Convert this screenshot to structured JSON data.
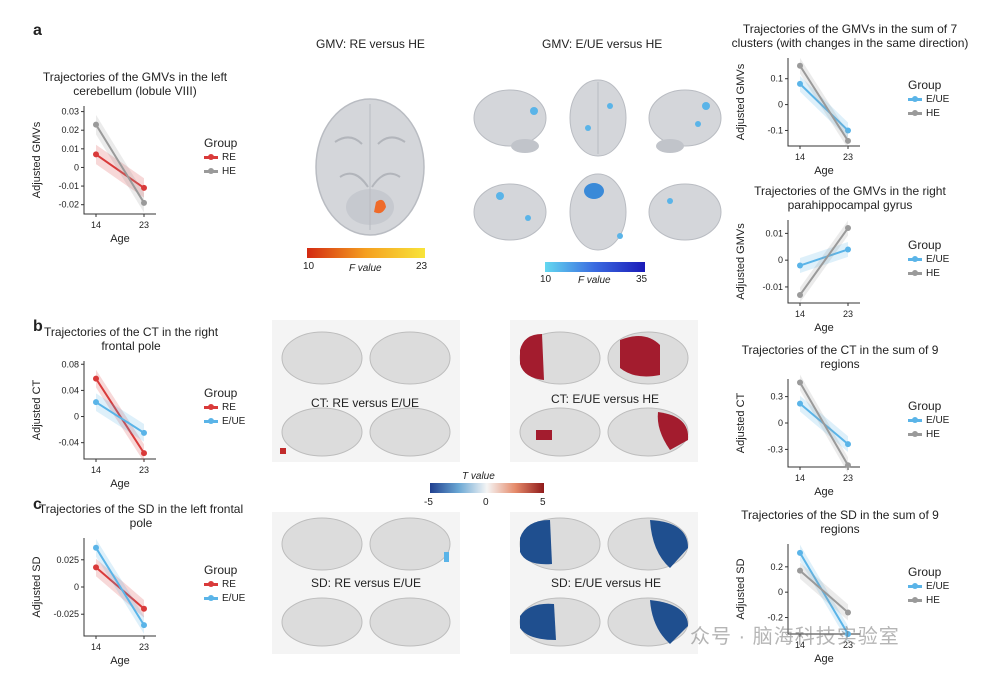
{
  "labels": {
    "a": "a",
    "b": "b",
    "c": "c"
  },
  "colors": {
    "RE": "#d93a3a",
    "HE": "#9a9a9a",
    "EUE": "#5ab4e8"
  },
  "brain_titles": {
    "gmv_re_he": "GMV: RE versus HE",
    "gmv_eue_he": "GMV: E/UE versus HE",
    "ct_re_eue": "CT: RE versus E/UE",
    "ct_eue_he": "CT: E/UE versus HE",
    "sd_re_eue": "SD: RE versus E/UE",
    "sd_eue_he": "SD: E/UE versus HE"
  },
  "colorbars": {
    "gmv_re_he": {
      "min": "10",
      "max": "23",
      "label": "F value"
    },
    "gmv_eue_he": {
      "min": "10",
      "max": "35",
      "label": "F value"
    },
    "t": {
      "label": "T value",
      "ticks": [
        "-5",
        "0",
        "5"
      ]
    }
  },
  "legend_title": "Group",
  "watermark": "众号 · 脑海科技实验室",
  "chart_data": [
    {
      "id": "a-left",
      "type": "line",
      "title": "Trajectories of the GMVs in the left cerebellum (lobule VIII)",
      "xlabel": "Age",
      "ylabel": "Adjusted GMVs",
      "x": [
        14,
        23
      ],
      "yticks": [
        "0.03",
        "0.02",
        "0.01",
        "0",
        "-0.01",
        "-0.02"
      ],
      "ylim": [
        -0.025,
        0.033
      ],
      "series": [
        {
          "name": "RE",
          "values": [
            0.007,
            -0.011
          ]
        },
        {
          "name": "HE",
          "values": [
            0.023,
            -0.019
          ]
        }
      ]
    },
    {
      "id": "a-right1",
      "type": "line",
      "title": "Trajectories of the GMVs in the sum of 7 clusters (with changes in the same direction)",
      "xlabel": "Age",
      "ylabel": "Adjusted GMVs",
      "x": [
        14,
        23
      ],
      "yticks": [
        "0.1",
        "0",
        "-0.1"
      ],
      "ylim": [
        -0.16,
        0.18
      ],
      "series": [
        {
          "name": "E/UE",
          "values": [
            0.08,
            -0.1
          ]
        },
        {
          "name": "HE",
          "values": [
            0.15,
            -0.14
          ]
        }
      ]
    },
    {
      "id": "a-right2",
      "type": "line",
      "title": "Trajectories of the GMVs in the right parahippocampal gyrus",
      "xlabel": "Age",
      "ylabel": "Adjusted GMVs",
      "x": [
        14,
        23
      ],
      "yticks": [
        "0.01",
        "0",
        "-0.01"
      ],
      "ylim": [
        -0.016,
        0.015
      ],
      "series": [
        {
          "name": "E/UE",
          "values": [
            -0.002,
            0.004
          ]
        },
        {
          "name": "HE",
          "values": [
            -0.013,
            0.012
          ]
        }
      ]
    },
    {
      "id": "b-left",
      "type": "line",
      "title": "Trajectories of the CT in the right frontal pole",
      "xlabel": "Age",
      "ylabel": "Adjusted CT",
      "x": [
        14,
        23
      ],
      "yticks": [
        "0.08",
        "0.04",
        "0",
        "-0.04"
      ],
      "ylim": [
        -0.065,
        0.085
      ],
      "series": [
        {
          "name": "RE",
          "values": [
            0.058,
            -0.056
          ]
        },
        {
          "name": "E/UE",
          "values": [
            0.022,
            -0.025
          ]
        }
      ]
    },
    {
      "id": "b-right",
      "type": "line",
      "title": "Trajectories of the CT in the sum of 9 regions",
      "xlabel": "Age",
      "ylabel": "Adjusted CT",
      "x": [
        14,
        23
      ],
      "yticks": [
        "0.3",
        "0",
        "-0.3"
      ],
      "ylim": [
        -0.5,
        0.5
      ],
      "series": [
        {
          "name": "E/UE",
          "values": [
            0.22,
            -0.24
          ]
        },
        {
          "name": "HE",
          "values": [
            0.46,
            -0.48
          ]
        }
      ]
    },
    {
      "id": "c-left",
      "type": "line",
      "title": "Trajectories of the SD in the left frontal pole",
      "xlabel": "Age",
      "ylabel": "Adjusted SD",
      "x": [
        14,
        23
      ],
      "yticks": [
        "0.025",
        "0",
        "-0.025"
      ],
      "ylim": [
        -0.045,
        0.045
      ],
      "series": [
        {
          "name": "RE",
          "values": [
            0.018,
            -0.02
          ]
        },
        {
          "name": "E/UE",
          "values": [
            0.036,
            -0.035
          ]
        }
      ]
    },
    {
      "id": "c-right",
      "type": "line",
      "title": "Trajectories of the SD in the sum of 9 regions",
      "xlabel": "Age",
      "ylabel": "Adjusted SD",
      "x": [
        14,
        23
      ],
      "yticks": [
        "0.2",
        "0",
        "-0.2"
      ],
      "ylim": [
        -0.33,
        0.38
      ],
      "series": [
        {
          "name": "E/UE",
          "values": [
            0.31,
            -0.33
          ]
        },
        {
          "name": "HE",
          "values": [
            0.17,
            -0.16
          ]
        }
      ]
    }
  ]
}
